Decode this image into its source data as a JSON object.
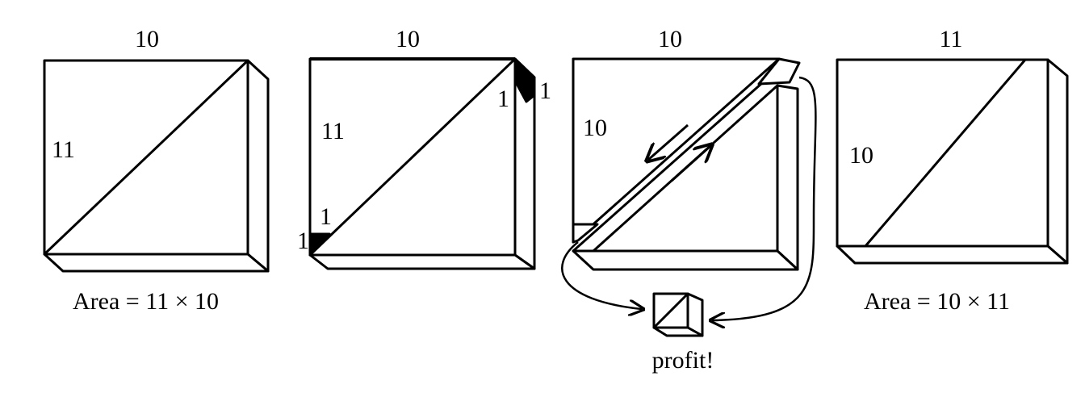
{
  "panels": [
    {
      "top": "10",
      "side": "11",
      "caption": "Area = 11 × 10"
    },
    {
      "top": "10",
      "side": "11",
      "corner_a": "1",
      "corner_b": "1",
      "corner_c": "1",
      "corner_d": "1"
    },
    {
      "top": "10",
      "side": "10",
      "caption": "profit!"
    },
    {
      "top": "11",
      "side": "10",
      "caption": "Area = 10 × 11"
    }
  ],
  "colors": {
    "ink": "#000000",
    "paper": "#ffffff"
  }
}
